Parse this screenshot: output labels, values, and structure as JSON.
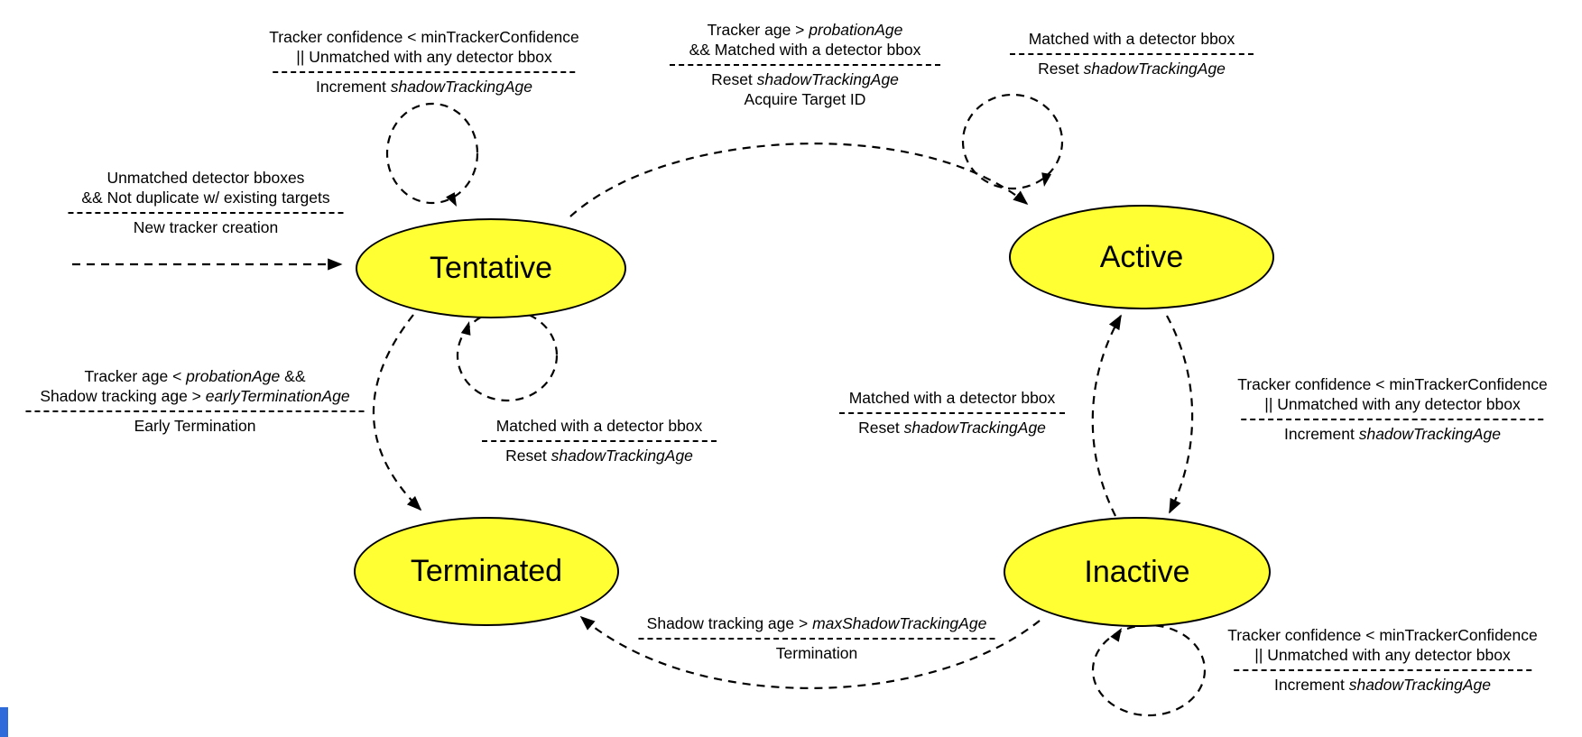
{
  "diagram": {
    "kind": "state-machine"
  },
  "colors": {
    "background": "#FFFFFF",
    "state_fill": "#FFFF33",
    "state_border": "#000000",
    "arrow": "#000000",
    "text": "#000000",
    "corner_artifact": "#2E6BDA"
  },
  "states": [
    {
      "id": "tentative",
      "label": "Tentative"
    },
    {
      "id": "active",
      "label": "Active"
    },
    {
      "id": "terminated",
      "label": "Terminated"
    },
    {
      "id": "inactive",
      "label": "Inactive"
    }
  ],
  "transitions": {
    "tentative_self_top": {
      "condition": [
        "Tracker confidence < minTrackerConfidence",
        "|| Unmatched with any detector bbox"
      ],
      "action_prefix": "Increment ",
      "action_param": "shadowTrackingAge"
    },
    "tentative_to_active": {
      "condition_prefix": "Tracker age > ",
      "condition_param": "probationAge",
      "condition2": "&& Matched with a detector bbox",
      "action_prefix": "Reset ",
      "action_param": "shadowTrackingAge",
      "action2": "Acquire Target ID"
    },
    "active_self": {
      "condition": "Matched with a detector bbox",
      "action_prefix": "Reset ",
      "action_param": "shadowTrackingAge"
    },
    "new_tracker": {
      "condition": [
        "Unmatched detector bboxes",
        "&& Not duplicate w/ existing targets"
      ],
      "action": "New tracker creation"
    },
    "early_termination": {
      "condition1_prefix": "Tracker age <  ",
      "condition1_param": "probationAge",
      "condition1_suffix": " &&",
      "condition2_prefix": "Shadow tracking age > ",
      "condition2_param": "earlyTerminationAge",
      "action": "Early Termination"
    },
    "tentative_self_bottom": {
      "condition": "Matched with a detector bbox",
      "action_prefix": "Reset ",
      "action_param": "shadowTrackingAge"
    },
    "inactive_to_active": {
      "condition": "Matched with a detector bbox",
      "action_prefix": "Reset ",
      "action_param": "shadowTrackingAge"
    },
    "active_to_inactive": {
      "condition": [
        "Tracker confidence < minTrackerConfidence",
        "|| Unmatched with any detector bbox"
      ],
      "action_prefix": "Increment ",
      "action_param": "shadowTrackingAge"
    },
    "termination": {
      "condition_prefix": "Shadow tracking age > ",
      "condition_param": "maxShadowTrackingAge",
      "action": "Termination"
    },
    "inactive_self": {
      "condition": [
        "Tracker confidence < minTrackerConfidence",
        "|| Unmatched with any detector bbox"
      ],
      "action_prefix": "Increment ",
      "action_param": "shadowTrackingAge"
    }
  }
}
